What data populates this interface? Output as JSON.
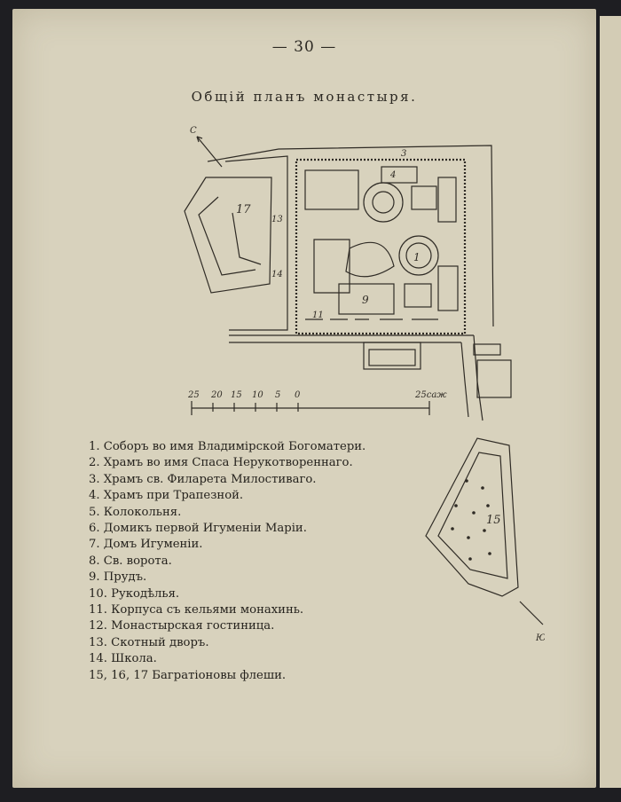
{
  "page_number": "— 30 —",
  "title": "Общій планъ монастыря.",
  "map_labels": {
    "north": "С",
    "south": "Ю",
    "scale_ticks": [
      "25",
      "20",
      "15",
      "10",
      "5",
      "0"
    ],
    "scale_end": "25саж",
    "areas": [
      "1",
      "3",
      "4",
      "9",
      "11",
      "13",
      "14",
      "15",
      "17"
    ]
  },
  "legend": [
    "1. Соборъ во имя Владимірской Богоматери.",
    "2. Храмъ во имя Спаса Нерукотвореннаго.",
    "3. Храмъ св. Филарета Милостиваго.",
    "4. Храмъ при Трапезной.",
    "5. Колокольня.",
    "6. Домикъ первой Игуменіи Маріи.",
    "7. Домъ Игуменіи.",
    "8. Св. ворота.",
    "9. Прудъ.",
    "10. Рукодѣлья.",
    "11. Корпуса съ кельями монахинь.",
    "12. Монастырская гостиница.",
    "13. Скотный дворъ.",
    "14. Школа.",
    "15, 16, 17 Багратіоновы флеши."
  ]
}
